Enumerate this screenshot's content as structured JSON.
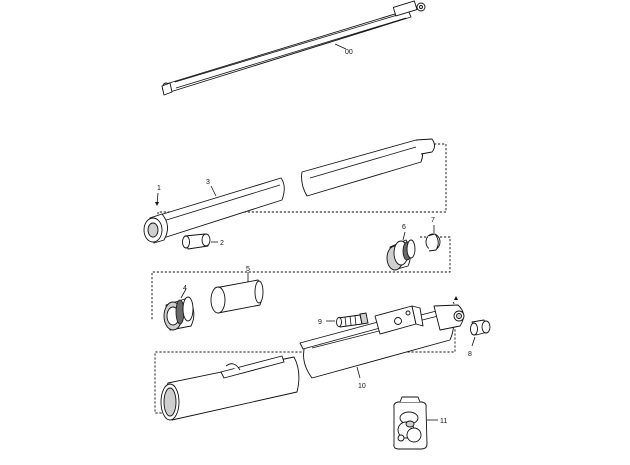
{
  "callouts": [
    {
      "id": "00",
      "text": "00"
    },
    {
      "id": "1",
      "text": "1"
    },
    {
      "id": "2",
      "text": "2"
    },
    {
      "id": "3",
      "text": "3"
    },
    {
      "id": "4",
      "text": "4"
    },
    {
      "id": "5",
      "text": "5"
    },
    {
      "id": "6",
      "text": "6"
    },
    {
      "id": "7",
      "text": "7"
    },
    {
      "id": "8",
      "text": "8"
    },
    {
      "id": "9",
      "text": "9"
    },
    {
      "id": "10",
      "text": "10"
    },
    {
      "id": "11",
      "text": "11"
    }
  ]
}
